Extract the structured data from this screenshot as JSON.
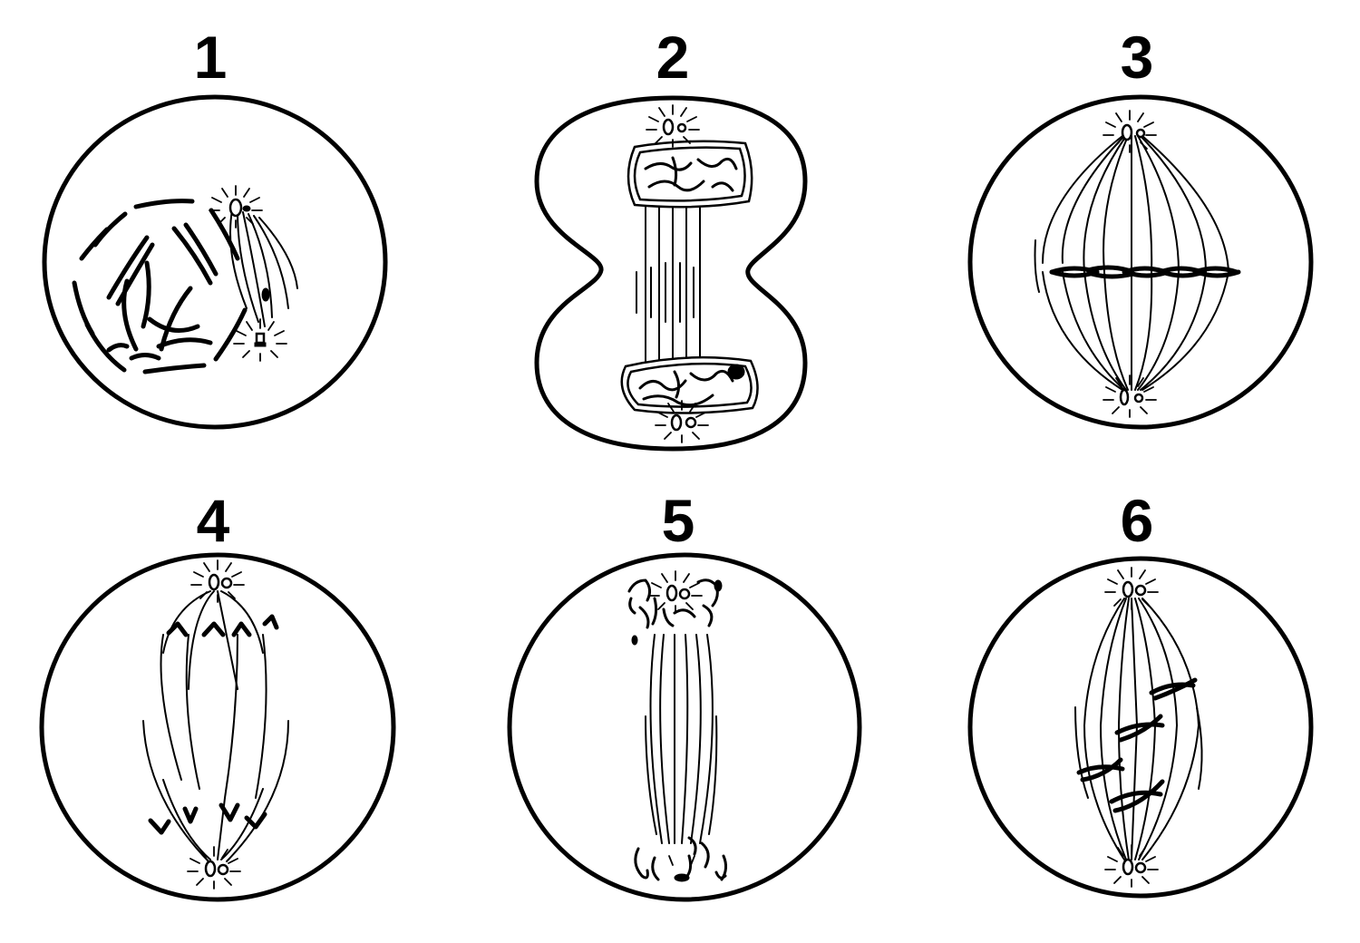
{
  "stages": [
    {
      "label": "1"
    },
    {
      "label": "2"
    },
    {
      "label": "3"
    },
    {
      "label": "4"
    },
    {
      "label": "5"
    },
    {
      "label": "6"
    }
  ]
}
